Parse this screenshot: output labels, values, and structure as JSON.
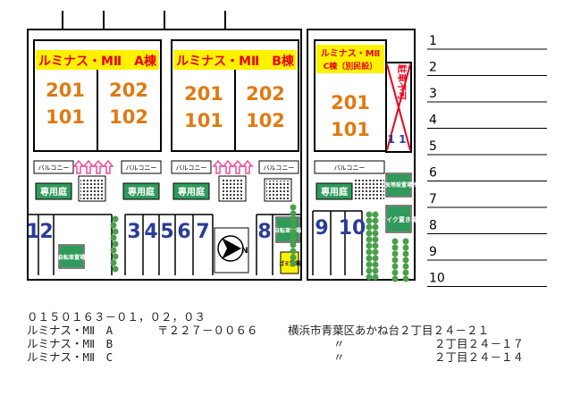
{
  "buildings": {
    "a": {
      "name": "ルミナス・MⅡ　A棟",
      "rooms_upper": [
        "201",
        "202"
      ],
      "rooms_lower": [
        "101",
        "102"
      ]
    },
    "b": {
      "name": "ルミナス・MⅡ　B棟",
      "rooms_upper": [
        "201",
        "202"
      ],
      "rooms_lower": [
        "101",
        "102"
      ]
    },
    "c": {
      "name_line1": "ルミナス・MⅡ",
      "name_line2": "C棟（別民設）",
      "room_upper": "201",
      "room_lower": "101"
    }
  },
  "labels": {
    "balcony": "バルコニー",
    "private_garden": "専用庭",
    "bicycle": "自転車置場",
    "trash": "ゴミ置場",
    "utility_meter": "電気等設置場所",
    "bike_parking": "バイク置き場",
    "prohibited": "駐車不可",
    "compass": "N"
  },
  "parking_spaces": [
    "1",
    "2",
    "3",
    "4",
    "5",
    "6",
    "7",
    "8",
    "9",
    "10"
  ],
  "right_list": [
    "1",
    "2",
    "3",
    "4",
    "5",
    "6",
    "7",
    "8",
    "9",
    "10"
  ],
  "info": {
    "code": "０１５０１６３－０１，０２，０３",
    "rows": [
      {
        "name": "ルミナス・MⅡ　A",
        "postal": "〒２２７－００６６",
        "address": "横浜市青葉区あかね台２丁目２４－２１"
      },
      {
        "name": "ルミナス・MⅡ　B",
        "mark": "〃",
        "address": "２丁目２４－１７"
      },
      {
        "name": "ルミナス・MⅡ　C",
        "mark": "〃",
        "address": "２丁目２４－１４"
      }
    ]
  },
  "colors": {
    "building_label_bg": "#fff200",
    "building_label_text": "#e8001c",
    "room_text": "#e07a12",
    "garden_bg": "#2f9a5a",
    "parking_num": "#2a3c9a",
    "arrow_pink": "#ef4d9a",
    "hedge": "#4aa04a",
    "prohibited_text": "#e8001c"
  }
}
